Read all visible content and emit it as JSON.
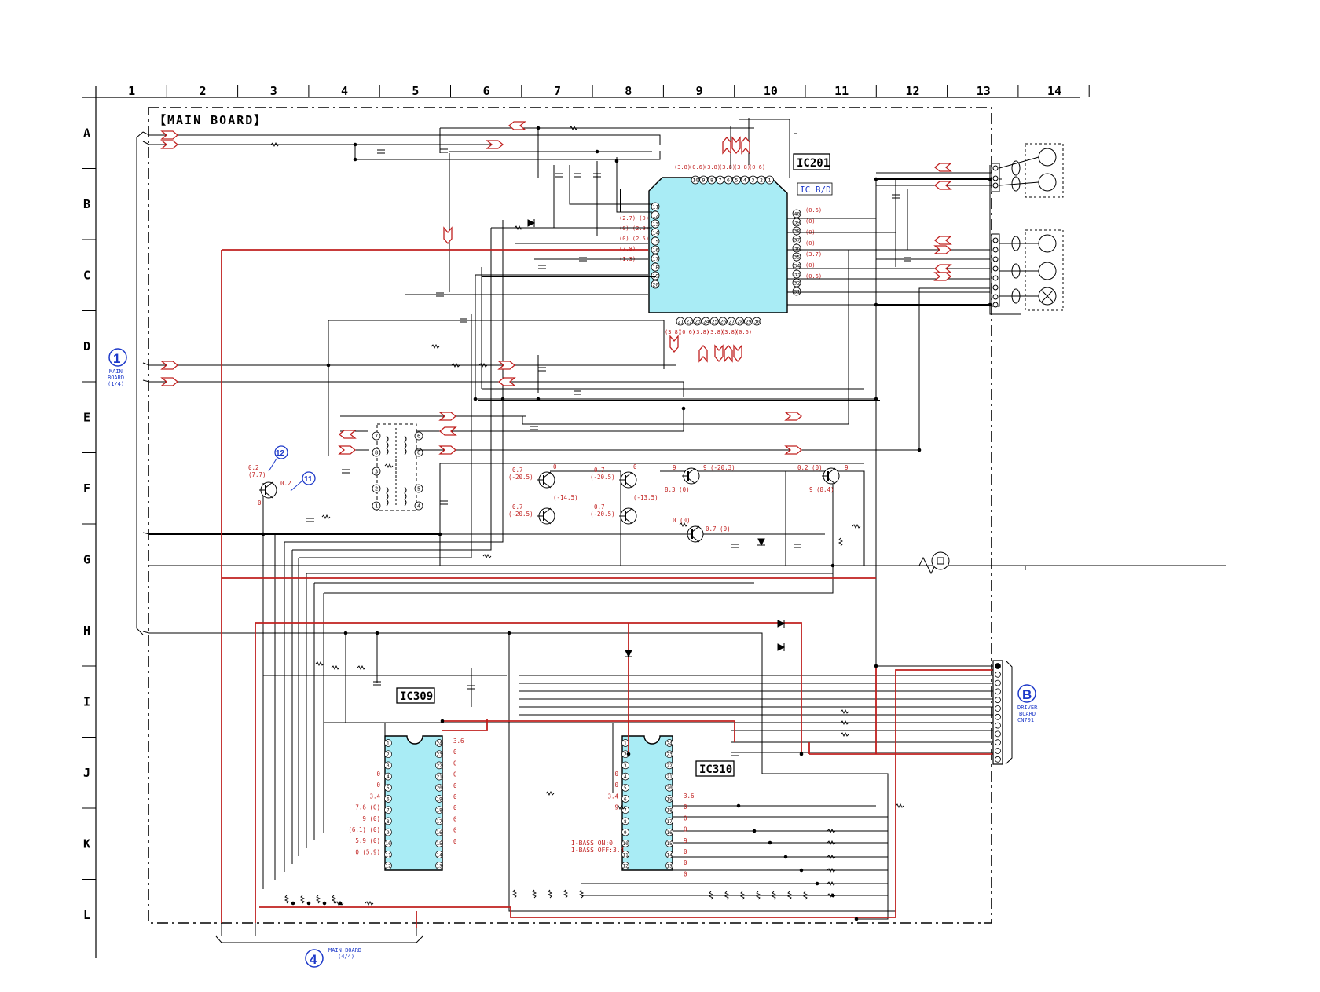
{
  "grid": {
    "columns": [
      "1",
      "2",
      "3",
      "4",
      "5",
      "6",
      "7",
      "8",
      "9",
      "10",
      "11",
      "12",
      "13",
      "14"
    ],
    "rows": [
      "A",
      "B",
      "C",
      "D",
      "E",
      "F",
      "G",
      "H",
      "I",
      "J",
      "K",
      "L"
    ]
  },
  "board_title": "【MAIN BOARD】",
  "ics": {
    "ic201": {
      "ref": "IC201",
      "function": "IC B/D"
    },
    "ic309": {
      "ref": "IC309"
    },
    "ic310": {
      "ref": "IC310"
    }
  },
  "connectors": {
    "c1": {
      "mark": "1",
      "line1": "MAIN",
      "line2": "BOARD",
      "line3": "(1/4)"
    },
    "c4": {
      "mark": "4",
      "line1": "MAIN BOARD",
      "line2": "(4/4)"
    },
    "cb": {
      "mark": "B",
      "line1": "DRIVER",
      "line2": "BOARD",
      "line3": "CN701"
    }
  },
  "test_points": {
    "tp11": "11",
    "tp12": "12"
  },
  "ic201_pins": {
    "top": [
      "10",
      "9",
      "8",
      "7",
      "6",
      "5",
      "4",
      "3",
      "2",
      "1"
    ],
    "left": [
      "11",
      "12",
      "13",
      "14",
      "15",
      "16",
      "17",
      "18",
      "19",
      "20"
    ],
    "right": [
      "40",
      "39",
      "38",
      "37",
      "36",
      "35",
      "34",
      "33",
      "32",
      "31"
    ],
    "bottom": [
      "21",
      "22",
      "23",
      "24",
      "25",
      "26",
      "27",
      "28",
      "29",
      "30"
    ]
  },
  "ic201_voltages": {
    "top": [
      "(3.8)",
      "(0.6)",
      "(3.8)",
      "(3.8)",
      "(3.8)",
      "(0.6)"
    ],
    "left": [
      "(2.7) (0)",
      "(0) (2.8)",
      "(0) (2.5)",
      "(7.8)",
      "(1.3)"
    ],
    "right": [
      "(0.6)",
      "(0)",
      "(0)",
      "(0)",
      "(3.7)",
      "(0)",
      "(0.6)"
    ],
    "bottom": [
      "(3.8)",
      "(0.6)",
      "(3.8)",
      "(3.8)",
      "(3.8)",
      "(0.6)"
    ]
  },
  "ic309_left_pins": [
    "1",
    "2",
    "3",
    "4",
    "5",
    "6",
    "7",
    "8",
    "9",
    "10",
    "11",
    "12"
  ],
  "ic309_right_pins": [
    "24",
    "23",
    "22",
    "21",
    "20",
    "19",
    "18",
    "17",
    "16",
    "15",
    "14",
    "13"
  ],
  "ic309_left_v": [
    "0",
    "0",
    "3.4",
    "7.6 (0)",
    "9 (0)",
    "(6.1) (0)",
    "5.9 (0)",
    "0 (5.9)"
  ],
  "ic309_right_v": [
    "3.6",
    "0",
    "0",
    "0",
    "0",
    "0",
    "0",
    "0",
    "0",
    "0"
  ],
  "ic310_left_pins": [
    "1",
    "2",
    "3",
    "4",
    "5",
    "6",
    "7",
    "8",
    "9",
    "10",
    "11",
    "12"
  ],
  "ic310_right_pins": [
    "24",
    "23",
    "22",
    "21",
    "20",
    "19",
    "18",
    "17",
    "16",
    "15",
    "14",
    "13"
  ],
  "ic310_left_v": [
    "0",
    "0",
    "3.4",
    "9"
  ],
  "ic310_right_v": [
    "3.6",
    "0",
    "0",
    "0",
    "9",
    "0",
    "0",
    "0"
  ],
  "ibass": {
    "on": "I-BASS ON:0",
    "off": "I-BASS OFF:3.4"
  },
  "transistor_voltages": {
    "q1": [
      "0.2",
      "(7.7)",
      "0.2",
      "0"
    ],
    "q2": [
      "0.7",
      "(-20.5)",
      "0",
      "(-14.5)",
      "0.7",
      "(-20.5)"
    ],
    "q3": [
      "0.7",
      "(-20.5)",
      "0",
      "(-13.5)",
      "0.7",
      "(-20.5)"
    ],
    "q4": [
      "9",
      "9 (-20.3)",
      "8.3 (0)",
      "0 (0)",
      "0.7 (0)"
    ],
    "q5": [
      "0.2 (0)",
      "9",
      "9 (8.4)"
    ]
  }
}
